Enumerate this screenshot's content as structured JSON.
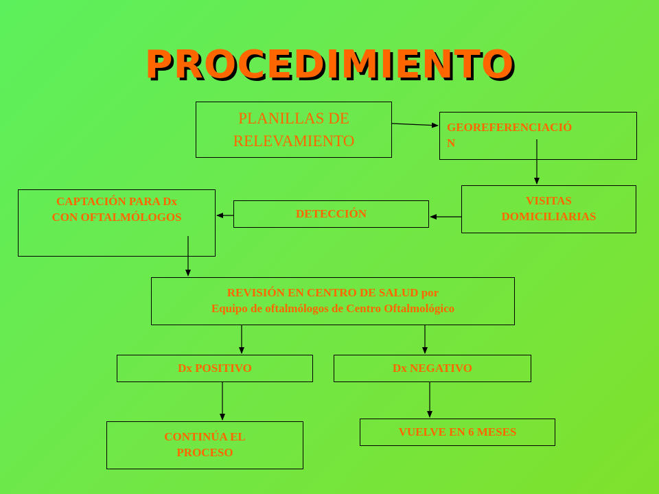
{
  "title": "PROCEDIMIENTO",
  "nodes": {
    "planillas": "PLANILLAS DE\nRELEVAMIENTO",
    "georef": "GEOREFERENCIACIÓ\nN",
    "visitas": "VISITAS\nDOMICILIARIAS",
    "deteccion": "DETECCIÓN",
    "captacion": "CAPTACIÓN PARA Dx\nCON OFTALMÓLOGOS",
    "revision": "REVISIÓN EN CENTRO DE SALUD por\nEquipo de oftalmólogos de Centro Oftalmológico",
    "positivo": "Dx   POSITIVO",
    "negativo": "Dx  NEGATIVO",
    "continua": "CONTINÚA EL\nPROCESO",
    "vuelve": "VUELVE EN 6 MESES"
  },
  "colors": {
    "text": "#ff6600",
    "line": "#000000"
  }
}
